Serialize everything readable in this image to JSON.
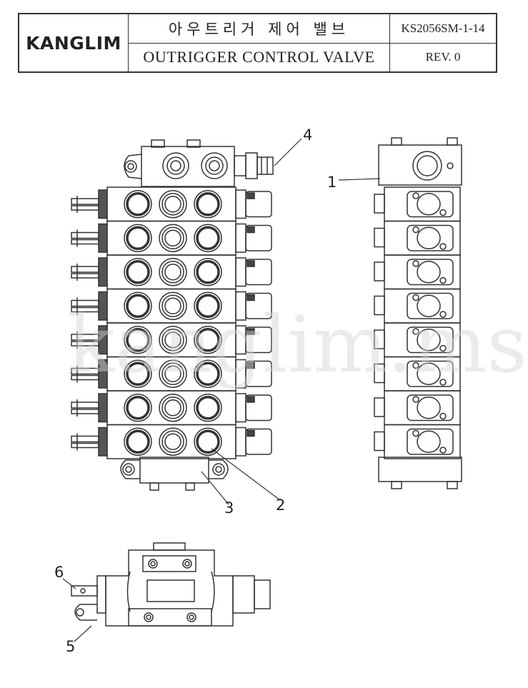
{
  "header": {
    "logo": "KANGLIM",
    "title_ko": "아우트리거 제어 밸브",
    "title_en": "OUTRIGGER CONTROL VALVE",
    "doc_code": "KS2056SM-1-14",
    "revision": "REV. 0"
  },
  "watermark": "kanglim.msk.ru",
  "callouts": [
    "1",
    "2",
    "3",
    "4",
    "5",
    "6"
  ]
}
